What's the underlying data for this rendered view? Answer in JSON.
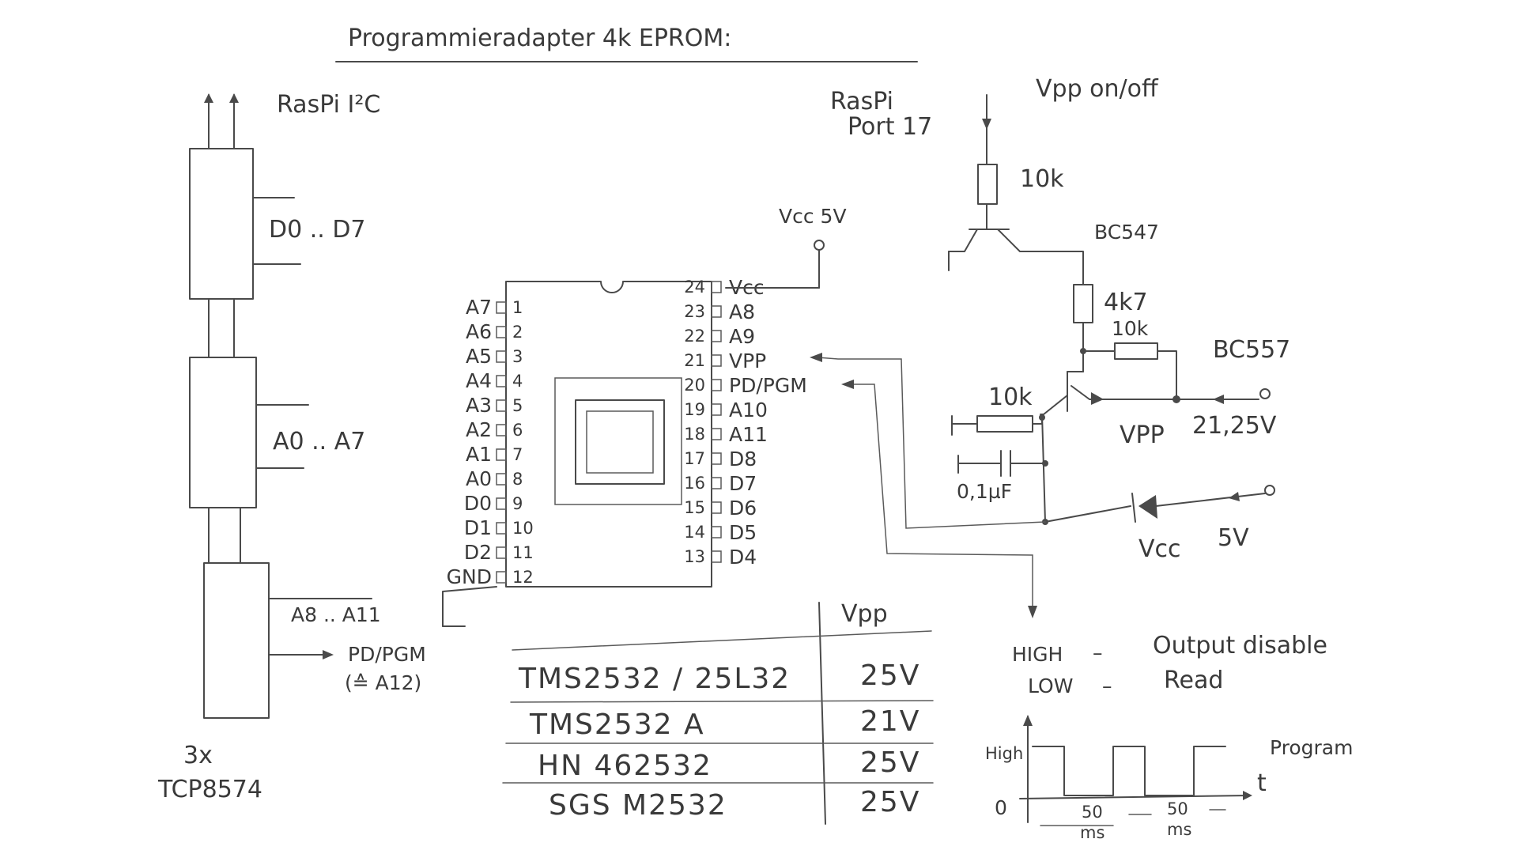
{
  "title": "Programmieradapter 4k EPROM:",
  "pcf_chain": {
    "bus_label": "RasPi I²C",
    "outputs": [
      "D0 .. D7",
      "A0 .. A7",
      "A8 .. A11"
    ],
    "pd_pgm_label": "PD/PGM",
    "pd_pgm_note": "(≙ A12)",
    "count_label": "3x",
    "part_name": "TCP8574"
  },
  "eprom": {
    "vcc_label": "Vcc 5V",
    "left_pins": [
      {
        "num": "1",
        "name": "A7"
      },
      {
        "num": "2",
        "name": "A6"
      },
      {
        "num": "3",
        "name": "A5"
      },
      {
        "num": "4",
        "name": "A4"
      },
      {
        "num": "5",
        "name": "A3"
      },
      {
        "num": "6",
        "name": "A2"
      },
      {
        "num": "7",
        "name": "A1"
      },
      {
        "num": "8",
        "name": "A0"
      },
      {
        "num": "9",
        "name": "D0"
      },
      {
        "num": "10",
        "name": "D1"
      },
      {
        "num": "11",
        "name": "D2"
      },
      {
        "num": "12",
        "name": "GND"
      }
    ],
    "right_pins": [
      {
        "num": "24",
        "name": "Vcc"
      },
      {
        "num": "23",
        "name": "A8"
      },
      {
        "num": "22",
        "name": "A9"
      },
      {
        "num": "21",
        "name": "VPP"
      },
      {
        "num": "20",
        "name": "PD/PGM"
      },
      {
        "num": "19",
        "name": "A10"
      },
      {
        "num": "18",
        "name": "A11"
      },
      {
        "num": "17",
        "name": "D8"
      },
      {
        "num": "16",
        "name": "D7"
      },
      {
        "num": "15",
        "name": "D6"
      },
      {
        "num": "14",
        "name": "D5"
      },
      {
        "num": "13",
        "name": "D4"
      }
    ]
  },
  "vpp_circuit": {
    "input_label": "RasPi\nPort 17",
    "switch_label": "Vpp on/off",
    "r1": "10k",
    "t1": "BC547",
    "r2": "4k7",
    "r3": "10k",
    "t2": "BC557",
    "r4": "10k",
    "cap": "0,1µF",
    "vpp_in_label": "VPP",
    "vpp_in_value": "21,25V",
    "vcc_in_label": "Vcc",
    "vcc_in_value": "5V"
  },
  "vpp_table": {
    "header": "Vpp",
    "rows": [
      {
        "chip": "TMS2532 / 25L32",
        "vpp": "25V"
      },
      {
        "chip": "TMS2532 A",
        "vpp": "21V"
      },
      {
        "chip": "HN 462532",
        "vpp": "25V"
      },
      {
        "chip": "SGS M2532",
        "vpp": "25V"
      }
    ]
  },
  "pgm_logic": {
    "high_label": "HIGH",
    "high_desc": "Output disable",
    "low_label": "LOW",
    "low_desc": "Read",
    "dash": "–"
  },
  "timing": {
    "y_high": "High",
    "y_zero": "0",
    "x_axis": "t",
    "label": "Program",
    "pulse_width": "50",
    "pulse_unit": "ms",
    "pulse_levels": [
      1,
      0,
      1,
      0
    ]
  },
  "colors": {
    "ink": "#3a3a3a",
    "paper": "#ffffff"
  }
}
